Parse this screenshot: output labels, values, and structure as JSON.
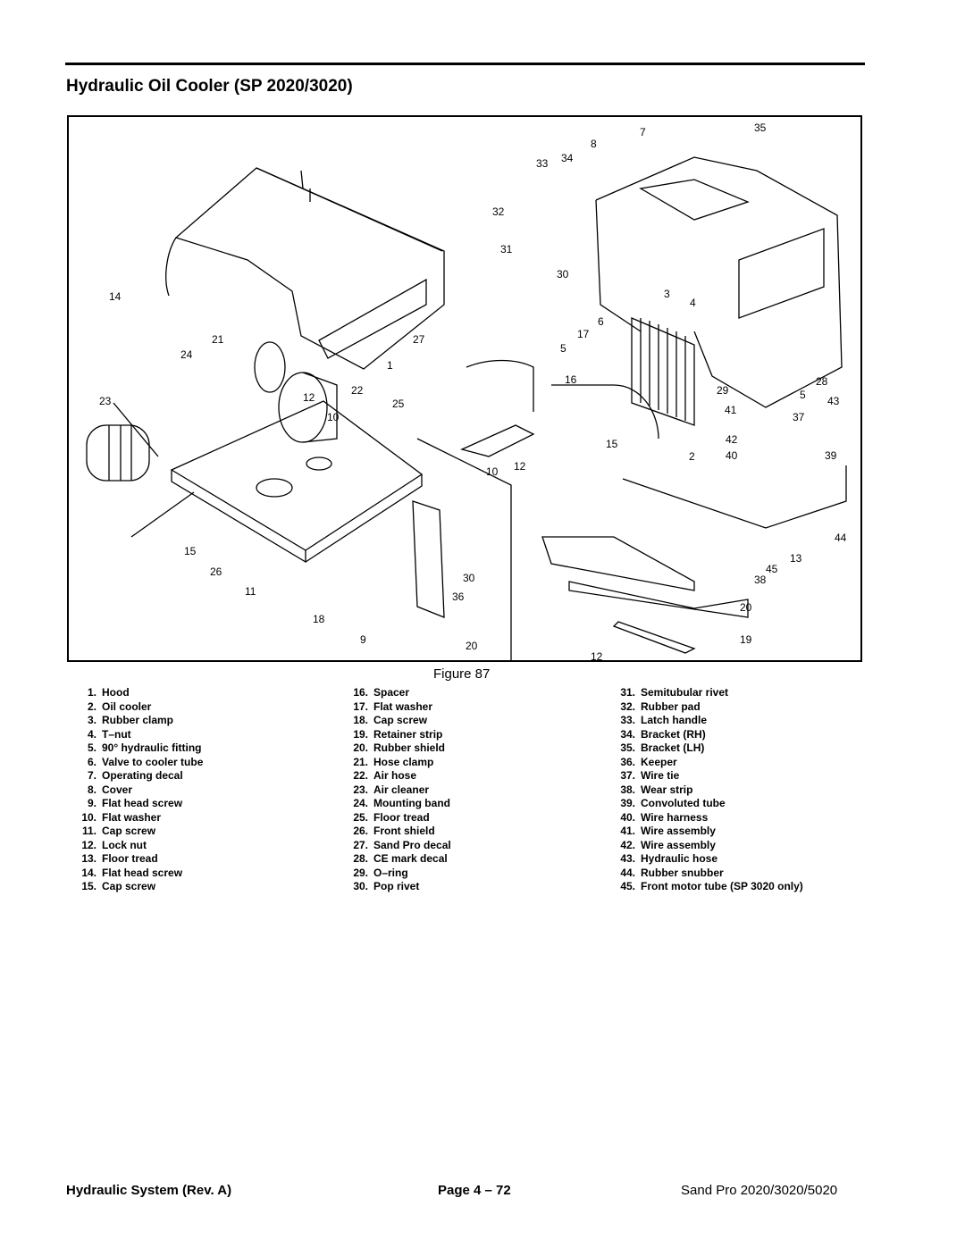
{
  "header": {
    "title": "Hydraulic Oil Cooler (SP 2020/3020)"
  },
  "figure": {
    "caption": "Figure 87",
    "callouts": [
      "35",
      "7",
      "8",
      "33",
      "34",
      "32",
      "31",
      "30",
      "3",
      "4",
      "14",
      "6",
      "17",
      "21",
      "27",
      "24",
      "1",
      "5",
      "16",
      "28",
      "22",
      "12",
      "29",
      "5",
      "43",
      "23",
      "25",
      "10",
      "41",
      "37",
      "15",
      "42",
      "12",
      "2",
      "40",
      "39",
      "10",
      "44",
      "13",
      "15",
      "45",
      "38",
      "26",
      "30",
      "11",
      "36",
      "20",
      "18",
      "9",
      "19",
      "20",
      "12"
    ]
  },
  "legend": {
    "column1": [
      {
        "num": "1.",
        "label": "Hood"
      },
      {
        "num": "2.",
        "label": "Oil cooler"
      },
      {
        "num": "3.",
        "label": "Rubber clamp"
      },
      {
        "num": "4.",
        "label": "T–nut"
      },
      {
        "num": "5.",
        "label": "90° hydraulic fitting"
      },
      {
        "num": "6.",
        "label": "Valve to cooler tube"
      },
      {
        "num": "7.",
        "label": "Operating decal"
      },
      {
        "num": "8.",
        "label": "Cover"
      },
      {
        "num": "9.",
        "label": "Flat head screw"
      },
      {
        "num": "10.",
        "label": "Flat washer"
      },
      {
        "num": "11.",
        "label": "Cap screw"
      },
      {
        "num": "12.",
        "label": "Lock nut"
      },
      {
        "num": "13.",
        "label": "Floor tread"
      },
      {
        "num": "14.",
        "label": "Flat head screw"
      },
      {
        "num": "15.",
        "label": "Cap screw"
      }
    ],
    "column2": [
      {
        "num": "16.",
        "label": "Spacer"
      },
      {
        "num": "17.",
        "label": "Flat washer"
      },
      {
        "num": "18.",
        "label": "Cap screw"
      },
      {
        "num": "19.",
        "label": "Retainer strip"
      },
      {
        "num": "20.",
        "label": "Rubber shield"
      },
      {
        "num": "21.",
        "label": "Hose clamp"
      },
      {
        "num": "22.",
        "label": "Air hose"
      },
      {
        "num": "23.",
        "label": "Air cleaner"
      },
      {
        "num": "24.",
        "label": "Mounting band"
      },
      {
        "num": "25.",
        "label": "Floor tread"
      },
      {
        "num": "26.",
        "label": "Front shield"
      },
      {
        "num": "27.",
        "label": "Sand Pro decal"
      },
      {
        "num": "28.",
        "label": "CE mark decal"
      },
      {
        "num": "29.",
        "label": "O–ring"
      },
      {
        "num": "30.",
        "label": "Pop rivet"
      }
    ],
    "column3": [
      {
        "num": "31.",
        "label": "Semitubular rivet"
      },
      {
        "num": "32.",
        "label": "Rubber pad"
      },
      {
        "num": "33.",
        "label": "Latch handle"
      },
      {
        "num": "34.",
        "label": "Bracket (RH)"
      },
      {
        "num": "35.",
        "label": "Bracket (LH)"
      },
      {
        "num": "36.",
        "label": "Keeper"
      },
      {
        "num": "37.",
        "label": "Wire tie"
      },
      {
        "num": "38.",
        "label": "Wear strip"
      },
      {
        "num": "39.",
        "label": "Convoluted tube"
      },
      {
        "num": "40.",
        "label": "Wire harness"
      },
      {
        "num": "41.",
        "label": "Wire assembly"
      },
      {
        "num": "42.",
        "label": "Wire assembly"
      },
      {
        "num": "43.",
        "label": "Hydraulic hose"
      },
      {
        "num": "44.",
        "label": "Rubber snubber"
      },
      {
        "num": "45.",
        "label": "Front motor tube (SP 3020 only)"
      }
    ]
  },
  "footer": {
    "left": "Hydraulic System (Rev. A)",
    "center": "Page 4 – 72",
    "right": "Sand Pro 2020/3020/5020"
  }
}
